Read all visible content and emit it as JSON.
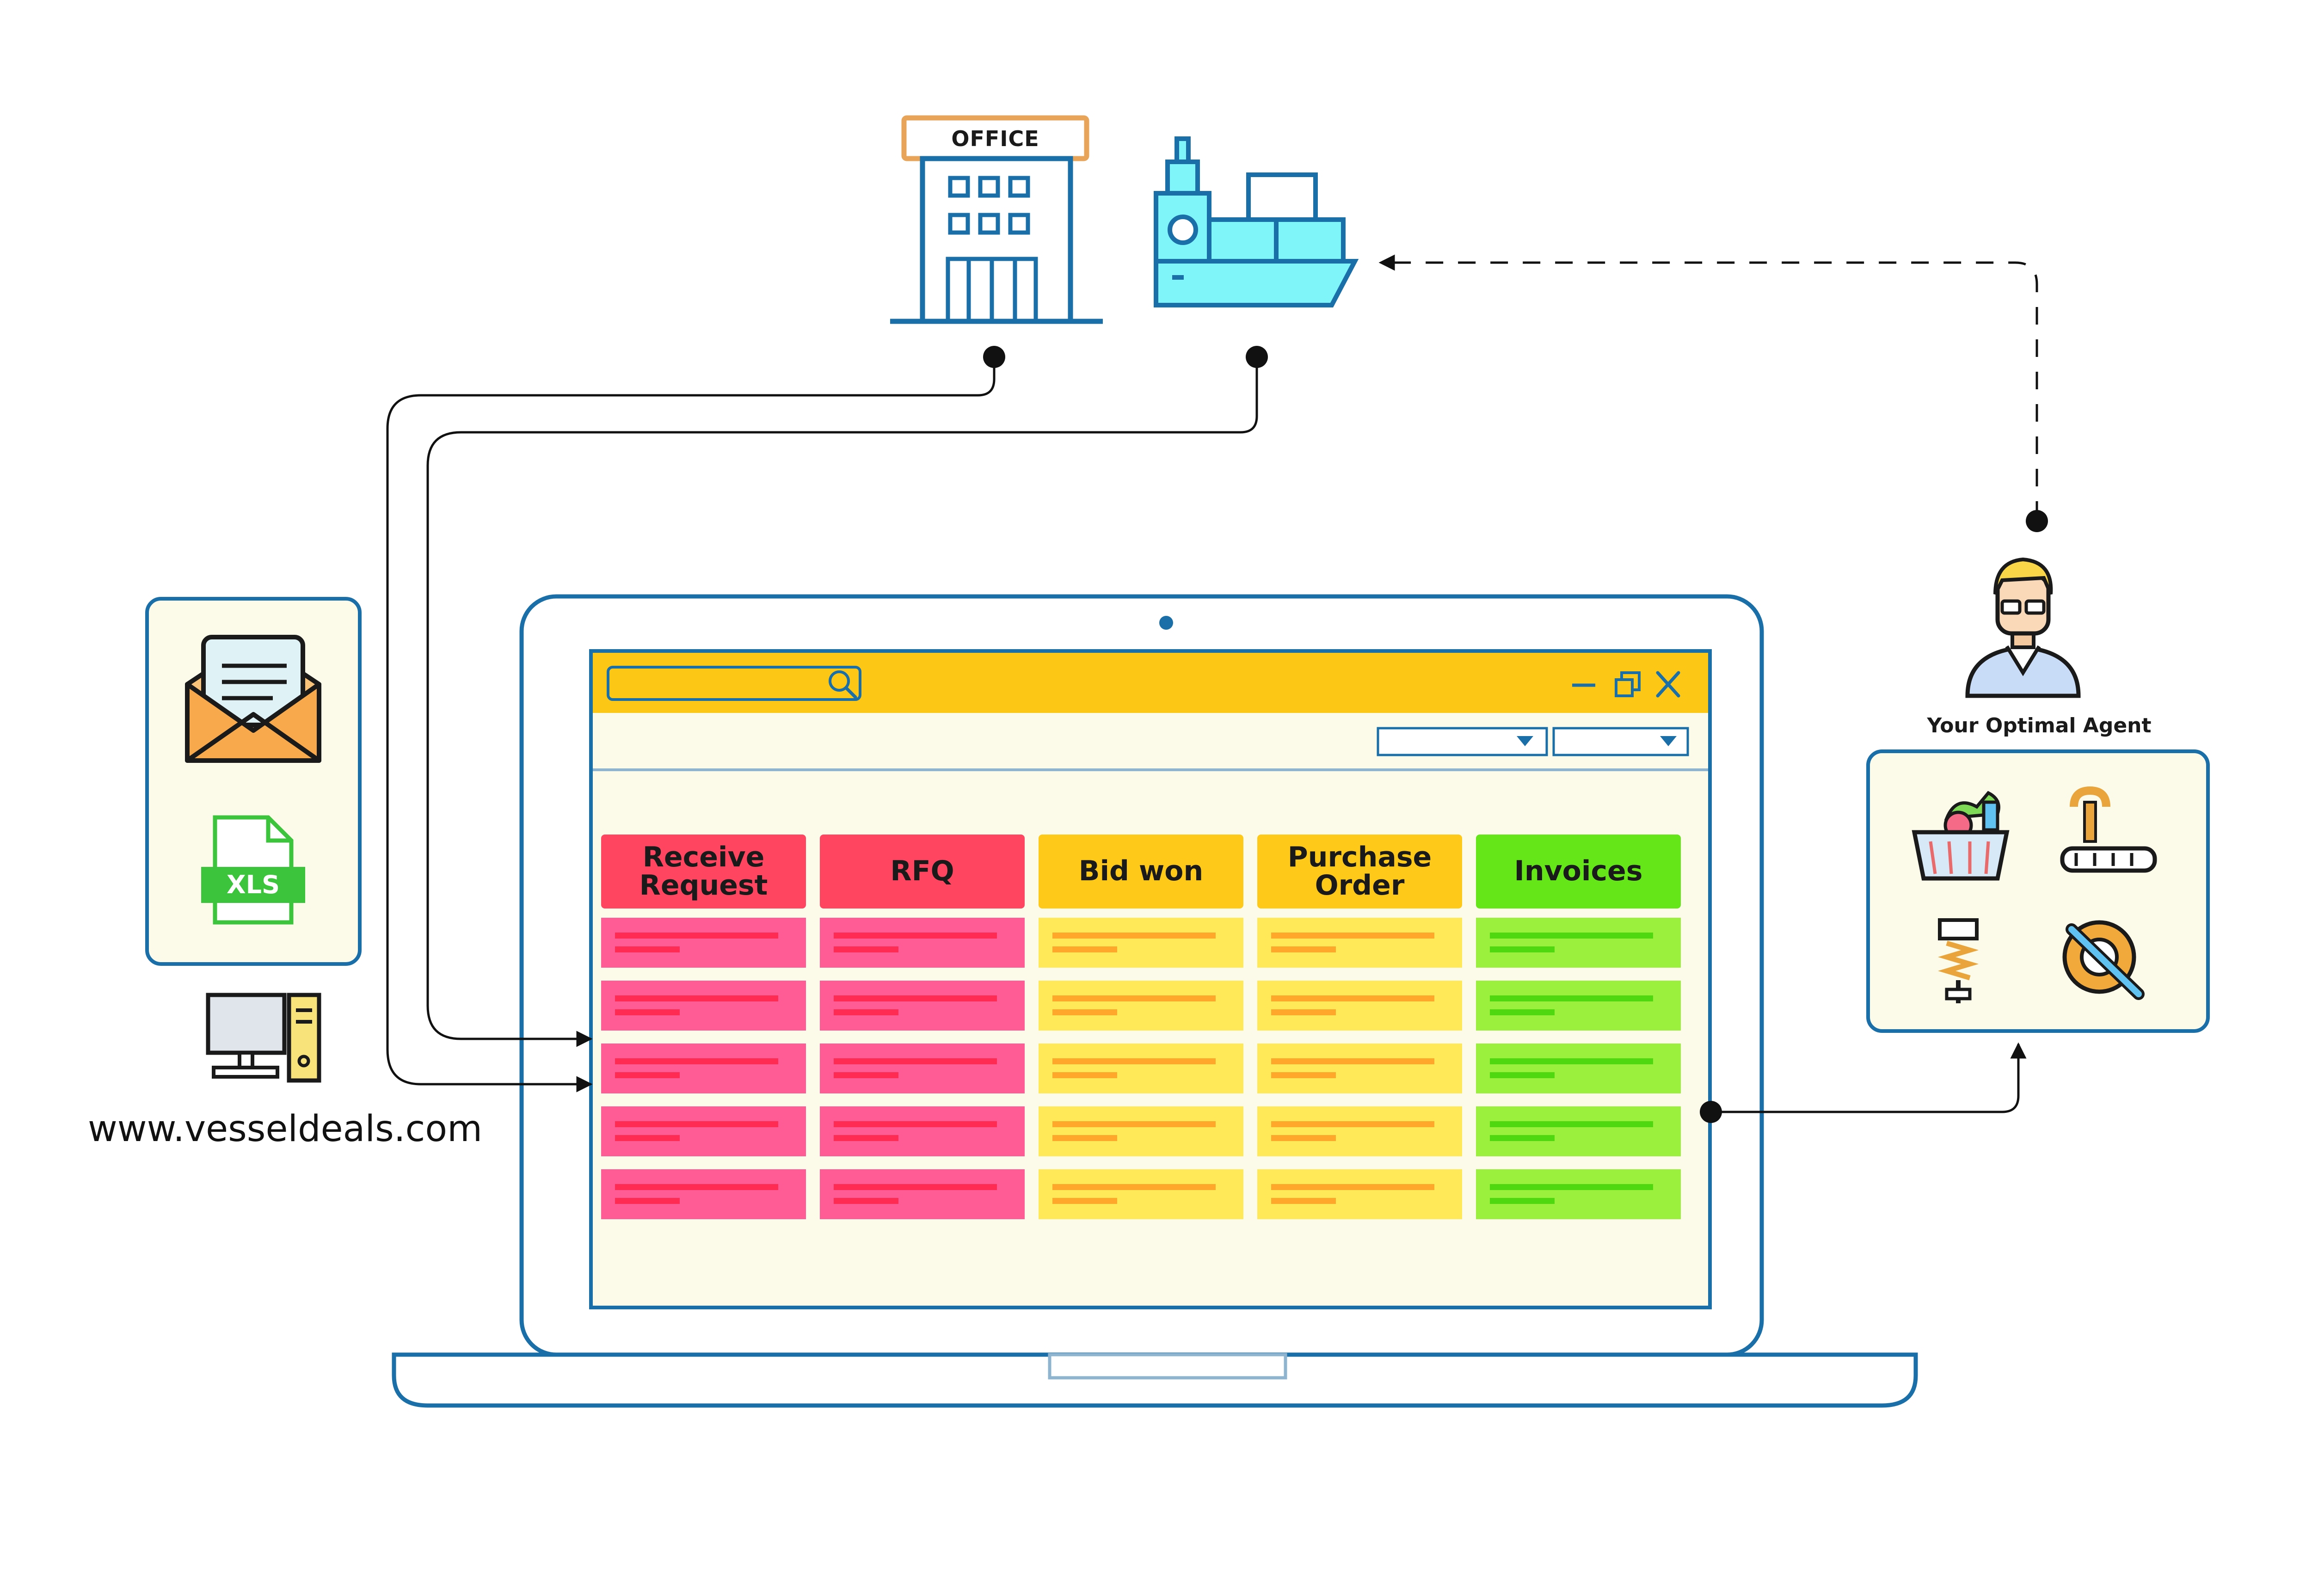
{
  "office": {
    "sign": "OFFICE"
  },
  "sources": {
    "file_label": "XLS",
    "website": "www.vesseldeals.com"
  },
  "agent": {
    "title": "Your Optimal Agent"
  },
  "board": {
    "columns": [
      {
        "id": "receive",
        "label": "Receive\nRequest",
        "header_color": "#ff4560",
        "card_color": "#ff5c96"
      },
      {
        "id": "rfq",
        "label": "RFQ",
        "header_color": "#ff4560",
        "card_color": "#ff5c96"
      },
      {
        "id": "bid-won",
        "label": "Bid won",
        "header_color": "#ffc919",
        "card_color": "#ffe959"
      },
      {
        "id": "purchase-order",
        "label": "Purchase\nOrder",
        "header_color": "#ffc919",
        "card_color": "#ffe959"
      },
      {
        "id": "invoices",
        "label": "Invoices",
        "header_color": "#65e619",
        "card_color": "#9af03c"
      }
    ],
    "cards_per_column": 5
  },
  "colors": {
    "outline": "#1a6fa8",
    "titlebar": "#fdc716",
    "window_bg": "#fcfbea",
    "panel_bg": "#fcfbea",
    "connector": "#111111"
  }
}
